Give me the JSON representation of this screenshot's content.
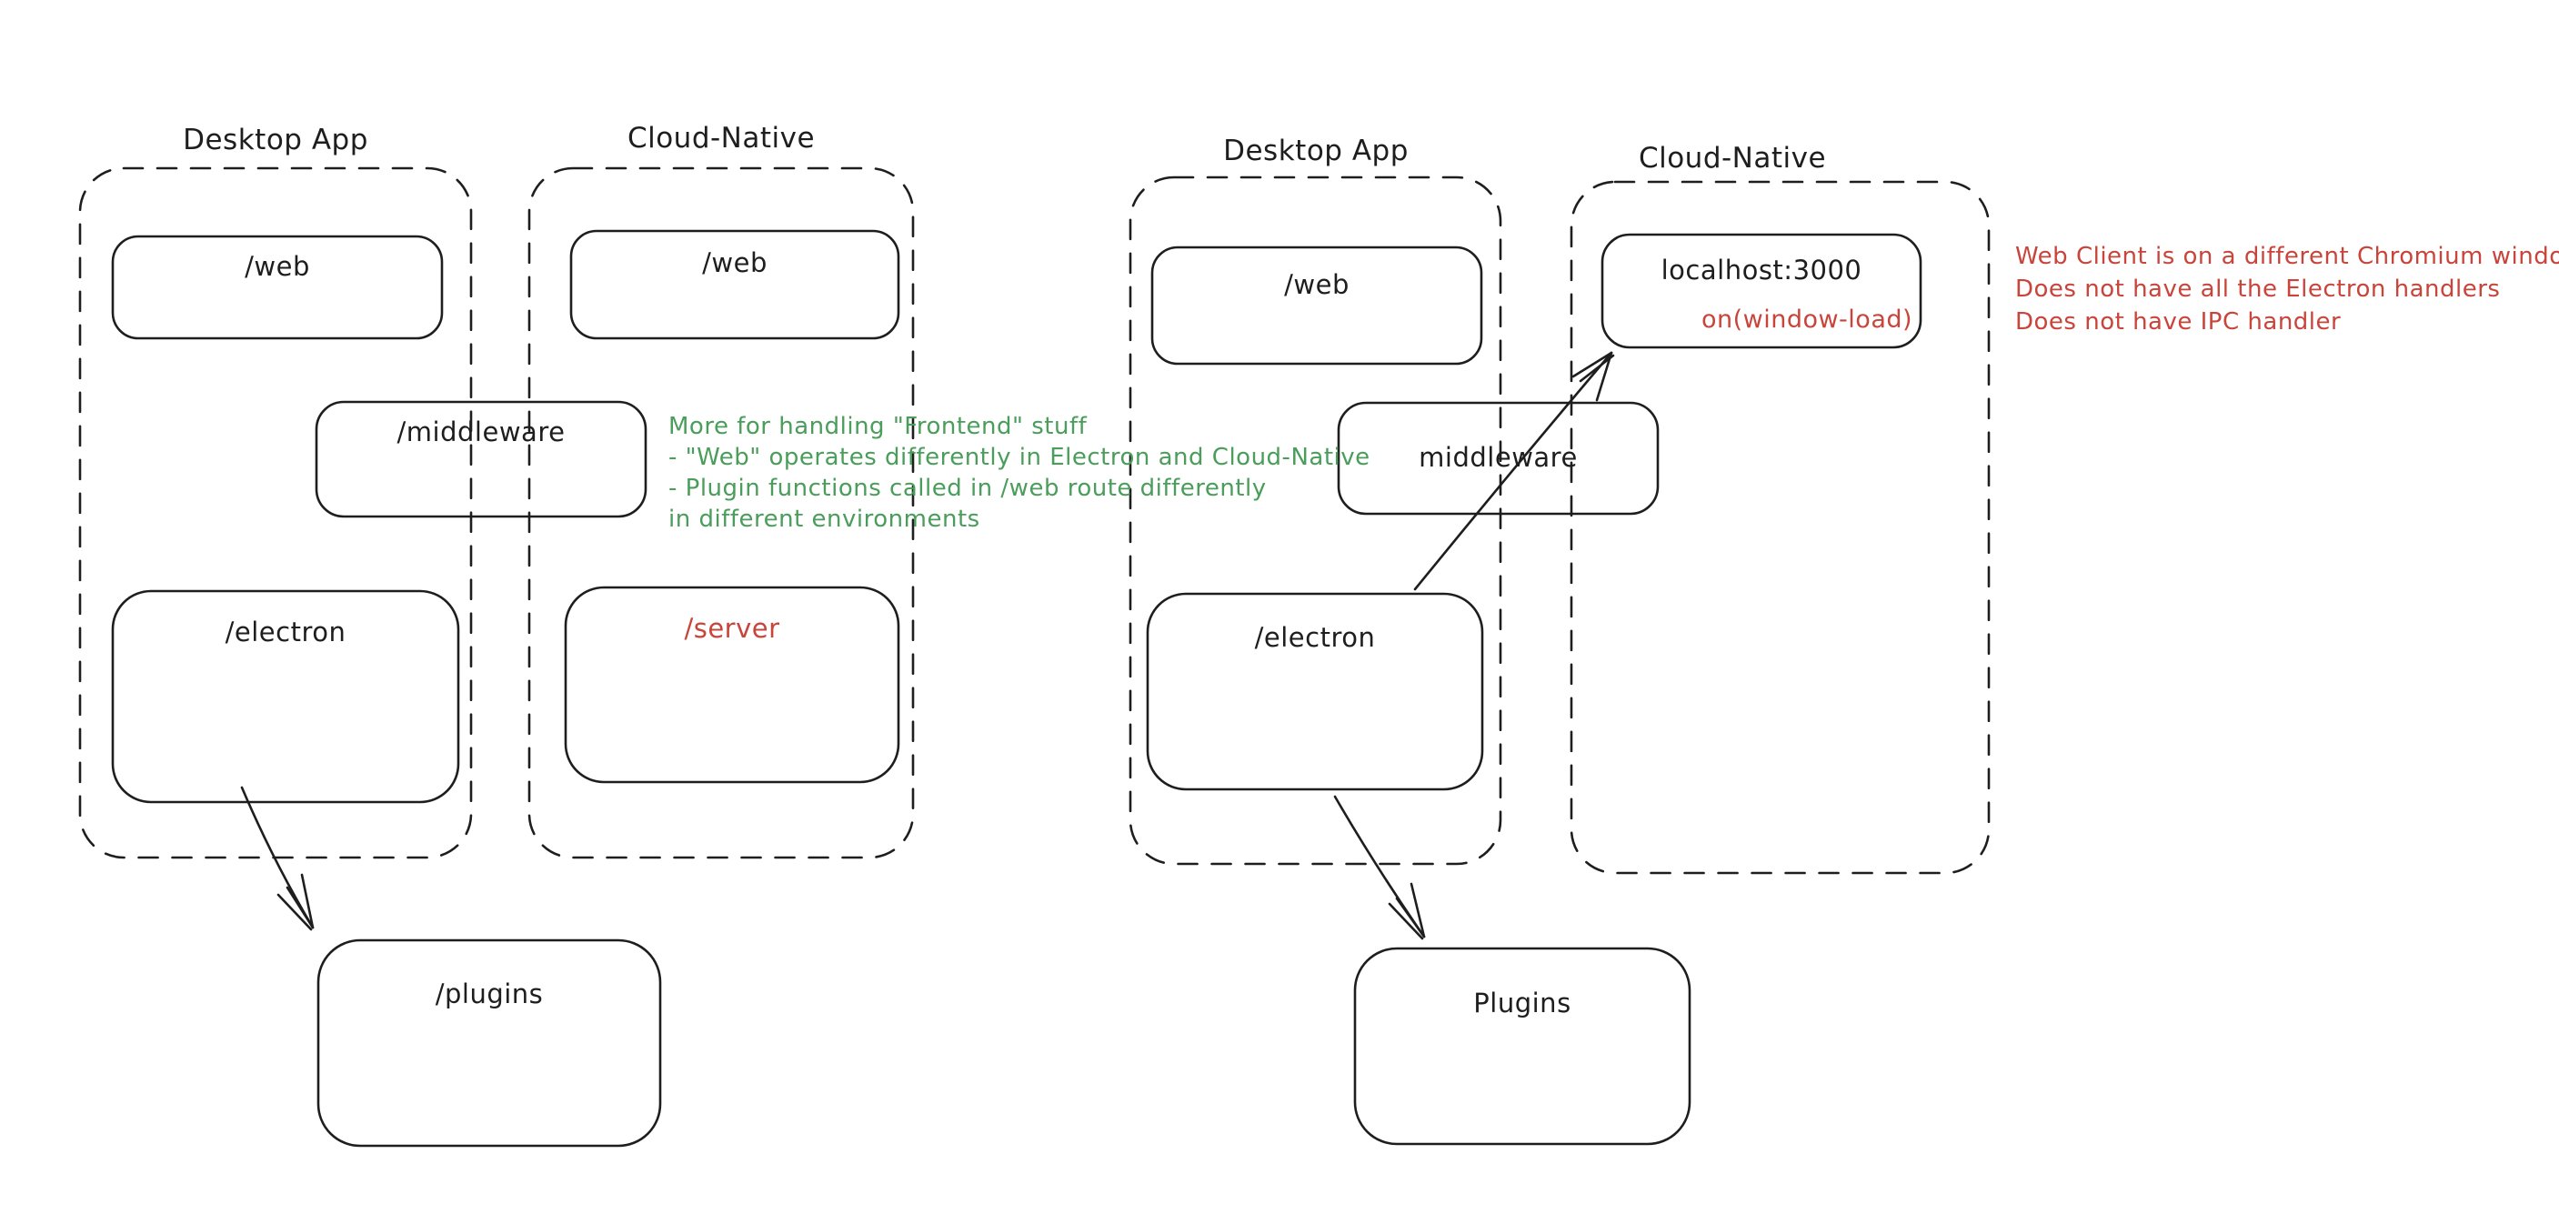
{
  "colors": {
    "background": "#ffffff",
    "stroke": "#1e1e1e",
    "green": "#4a9d5a",
    "red": "#c9443a"
  },
  "left": {
    "desktop_app_label": "Desktop App",
    "cloud_native_label": "Cloud-Native",
    "boxes": {
      "web_desktop": "/web",
      "web_cloud": "/web",
      "middleware": "/middleware",
      "electron": "/electron",
      "server": "/server",
      "plugins": "/plugins"
    },
    "green_note": [
      "More for handling \"Frontend\" stuff",
      "- \"Web\" operates differently in Electron and Cloud-Native",
      "- Plugin functions called in /web route differently",
      "in different environments"
    ]
  },
  "right": {
    "desktop_app_label": "Desktop App",
    "cloud_native_label": "Cloud-Native",
    "boxes": {
      "web": "/web",
      "localhost": "localhost:3000",
      "on_window_load": "on(window-load)",
      "middleware": "middleware",
      "electron": "/electron",
      "plugins": "Plugins"
    },
    "red_note": [
      "Web Client is on a different Chromium window",
      "Does not have all the Electron handlers",
      "Does not have IPC handler"
    ]
  }
}
